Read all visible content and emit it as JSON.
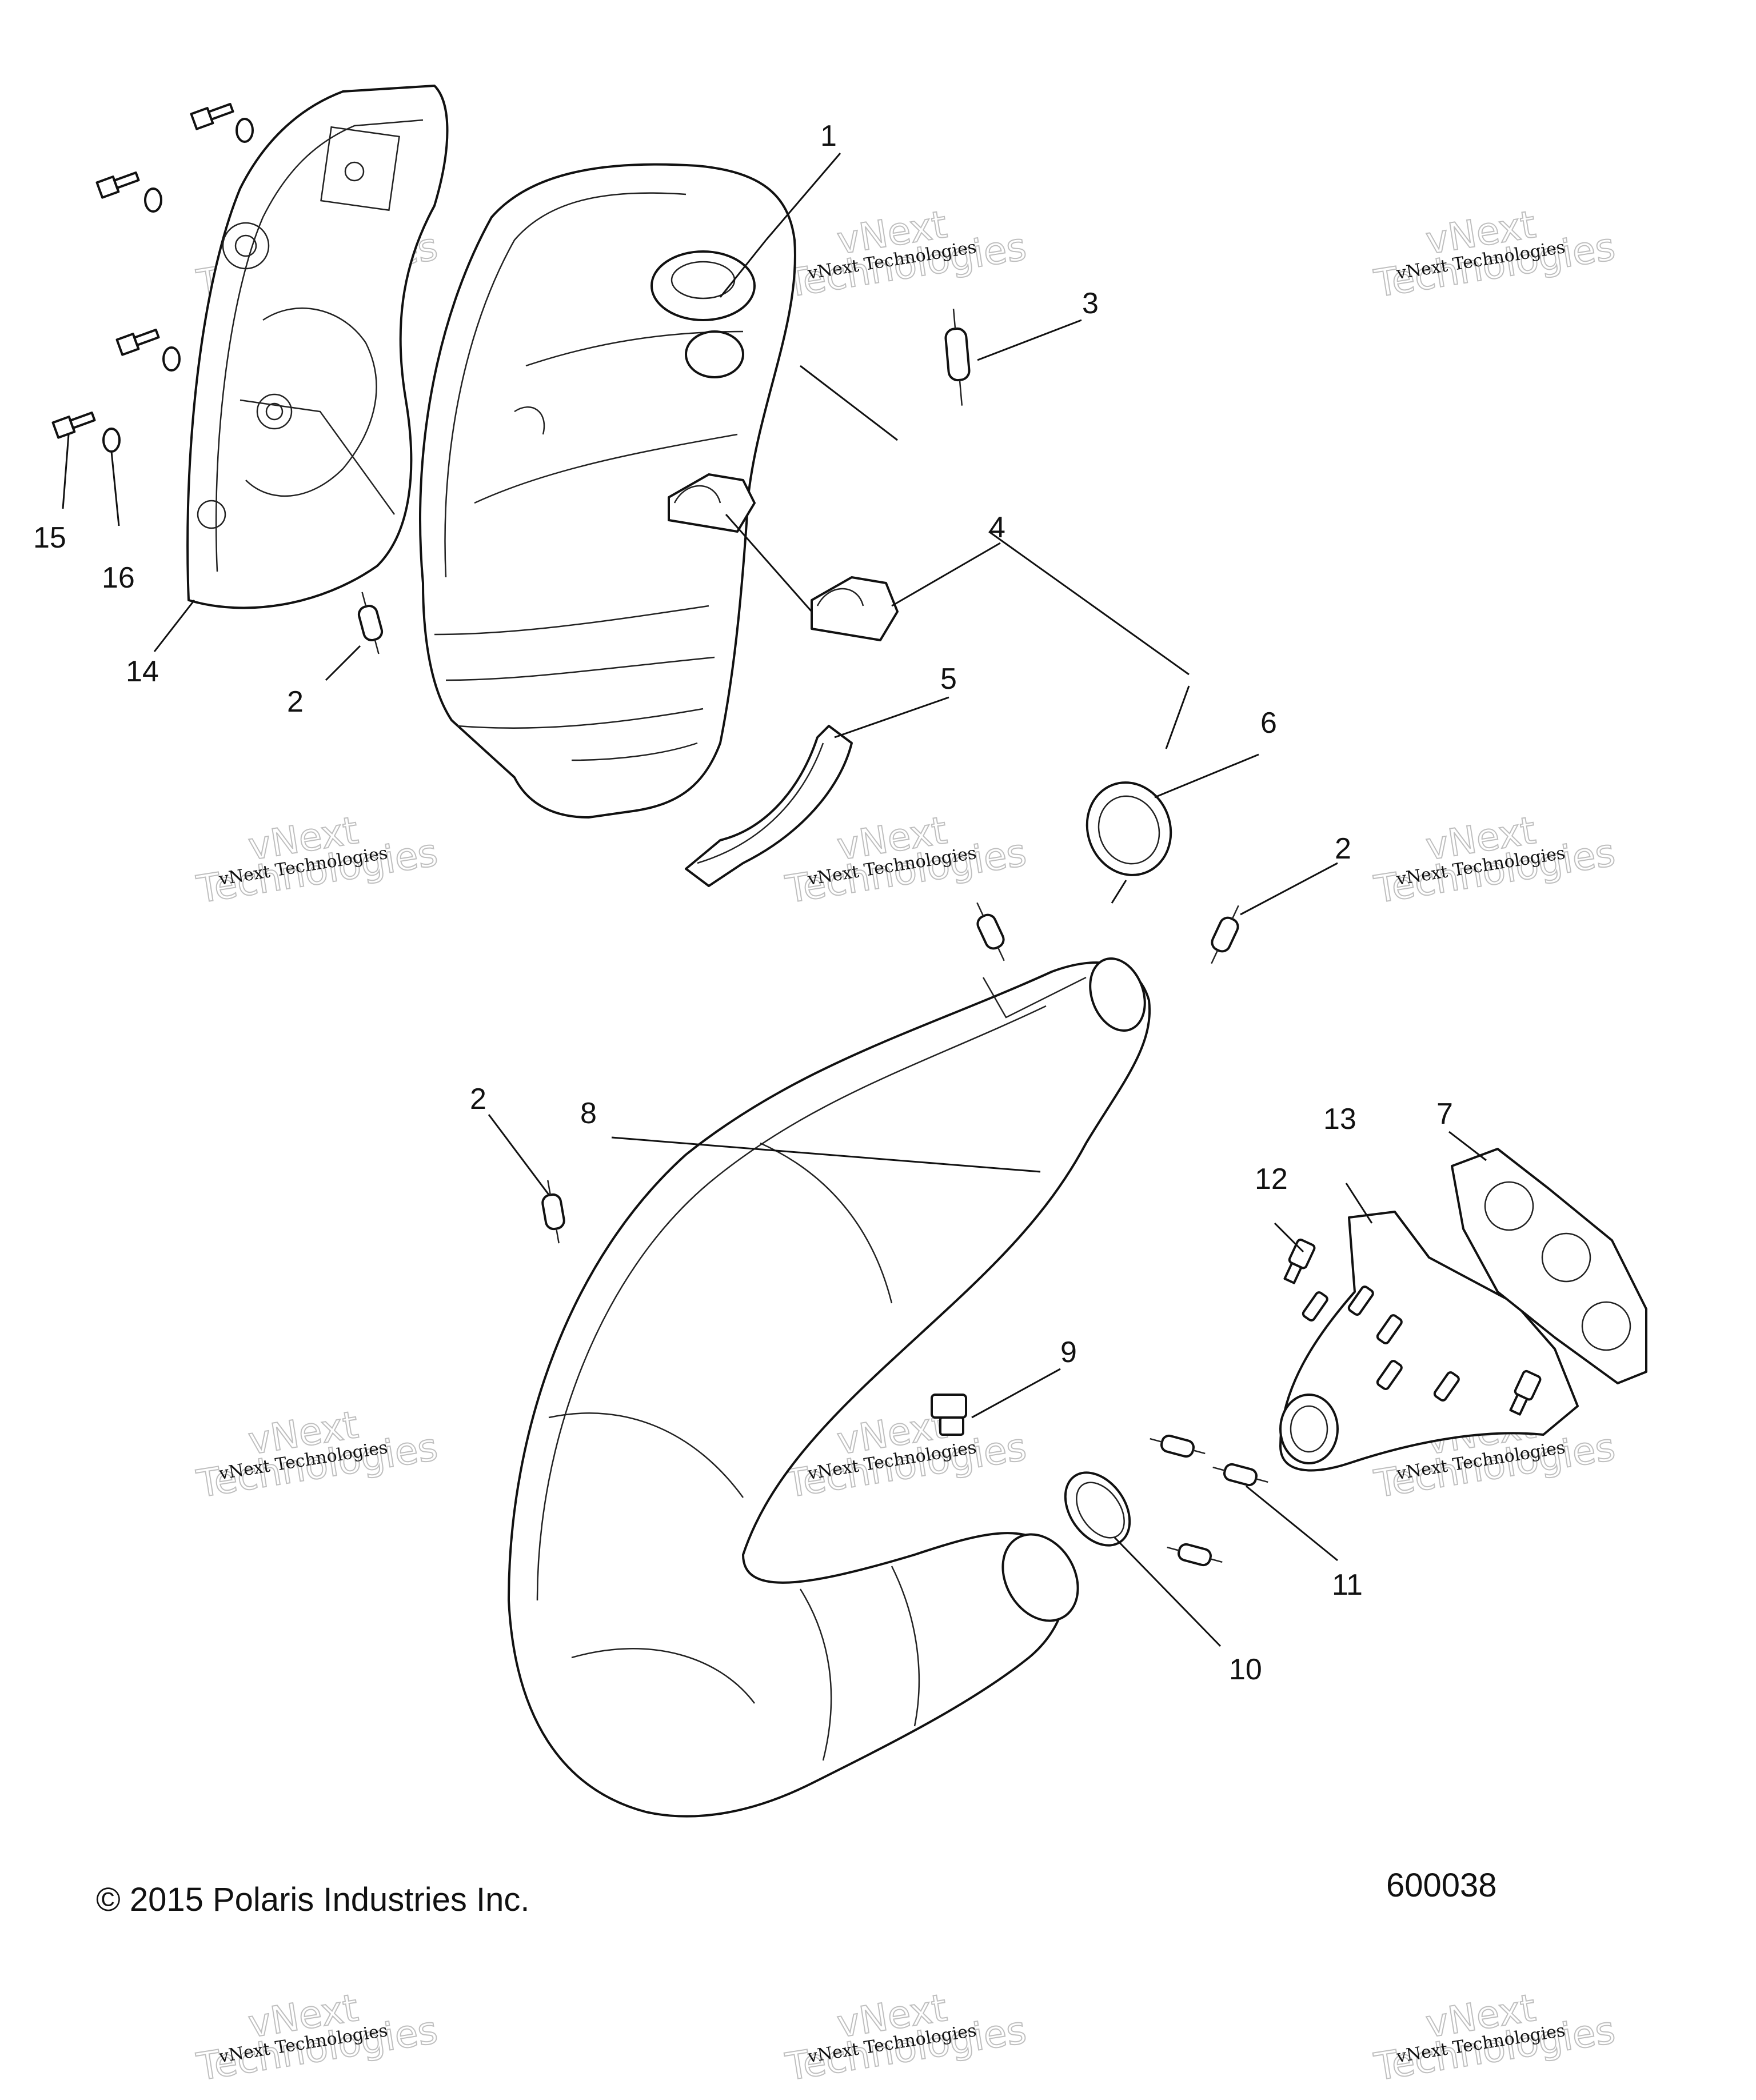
{
  "callouts": [
    {
      "id": "1",
      "label": "1"
    },
    {
      "id": "2a",
      "label": "2"
    },
    {
      "id": "2b",
      "label": "2"
    },
    {
      "id": "2c",
      "label": "2"
    },
    {
      "id": "3",
      "label": "3"
    },
    {
      "id": "4",
      "label": "4"
    },
    {
      "id": "5",
      "label": "5"
    },
    {
      "id": "6",
      "label": "6"
    },
    {
      "id": "7",
      "label": "7"
    },
    {
      "id": "8",
      "label": "8"
    },
    {
      "id": "9",
      "label": "9"
    },
    {
      "id": "10",
      "label": "10"
    },
    {
      "id": "11",
      "label": "11"
    },
    {
      "id": "12",
      "label": "12"
    },
    {
      "id": "13",
      "label": "13"
    },
    {
      "id": "14",
      "label": "14"
    },
    {
      "id": "15",
      "label": "15"
    },
    {
      "id": "16",
      "label": "16"
    }
  ],
  "watermark": {
    "line1": "vNext Technologies",
    "line2": "vNext",
    "line3": "Technologies"
  },
  "footer": {
    "copyright": "© 2015 Polaris Industries Inc.",
    "figure_number": "600038"
  }
}
